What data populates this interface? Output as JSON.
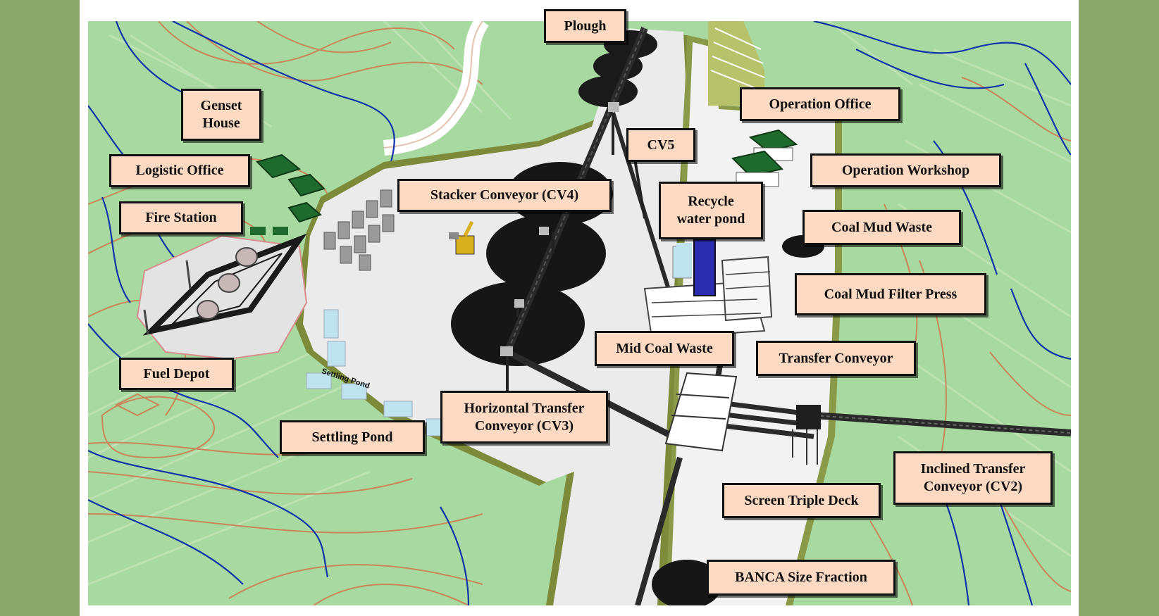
{
  "labels": {
    "plough": "Plough",
    "genset_house": "Genset\nHouse",
    "logistic_office": "Logistic Office",
    "fire_station": "Fire Station",
    "fuel_depot": "Fuel Depot",
    "settling_pond": "Settling Pond",
    "horizontal_transfer_conveyor": "Horizontal Transfer\nConveyor (CV3)",
    "stacker_conveyor": "Stacker Conveyor (CV4)",
    "cv5": "CV5",
    "recycle_water_pond": "Recycle\nwater pond",
    "operation_office": "Operation Office",
    "operation_workshop": "Operation Workshop",
    "coal_mud_waste": "Coal Mud Waste",
    "coal_mud_filter_press": "Coal Mud Filter Press",
    "mid_coal_waste": "Mid Coal Waste",
    "transfer_conveyor": "Transfer  Conveyor",
    "inclined_transfer_conveyor": "Inclined Transfer\nConveyor (CV2)",
    "screen_triple_deck": "Screen Triple Deck",
    "banca_size_fraction": "BANCA Size Fraction"
  },
  "pond_marking": "Settling Pond",
  "colors": {
    "terrain": "#a8d9a0",
    "contour_brown": "#c9865a",
    "contour_blue": "#1133aa",
    "pad": "#ececec",
    "label_fill": "#fbd9c2",
    "coal_pile": "#1a1a1a",
    "building_roof": "#1f6b2e",
    "background_frame": "#89a86a"
  }
}
